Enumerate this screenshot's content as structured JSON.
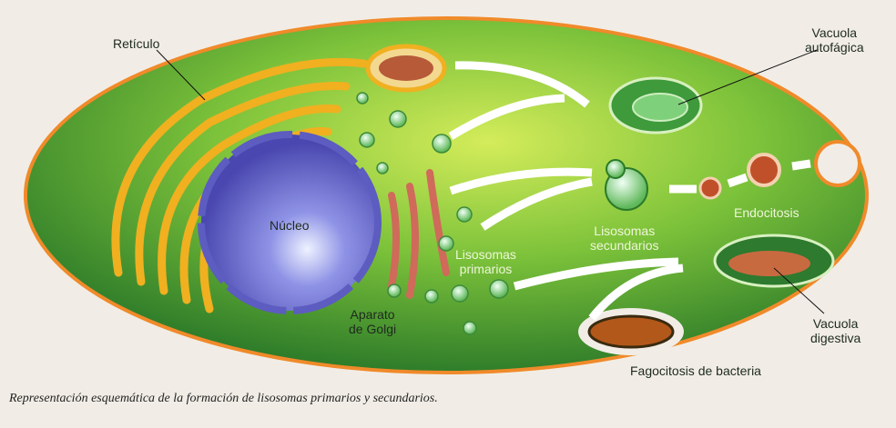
{
  "labels": {
    "reticulo": "Retículo",
    "nucleo": "Núcleo",
    "aparato_golgi": [
      "Aparato",
      "de Golgi"
    ],
    "lisosomas_primarios": [
      "Lisosomas",
      "primarios"
    ],
    "lisosomas_secundarios": [
      "Lisosomas",
      "secundarios"
    ],
    "endocitosis": "Endocitosis",
    "vacuola_autofagica": [
      "Vacuola",
      "autofágica"
    ],
    "vacuola_digestiva": [
      "Vacuola",
      "digestiva"
    ],
    "fagocitosis": "Fagocitosis de bacteria"
  },
  "caption": "Representación esquemática de la formación de lisosomas primarios y secundarios.",
  "colors": {
    "cytoplasm": "#7cc23a",
    "membrane": "#f08a2a",
    "nucleus": "#6f6ed0",
    "reticulum": "#f0b020",
    "golgi": "#d06a5a",
    "lysosome": "#b8e6c0"
  }
}
